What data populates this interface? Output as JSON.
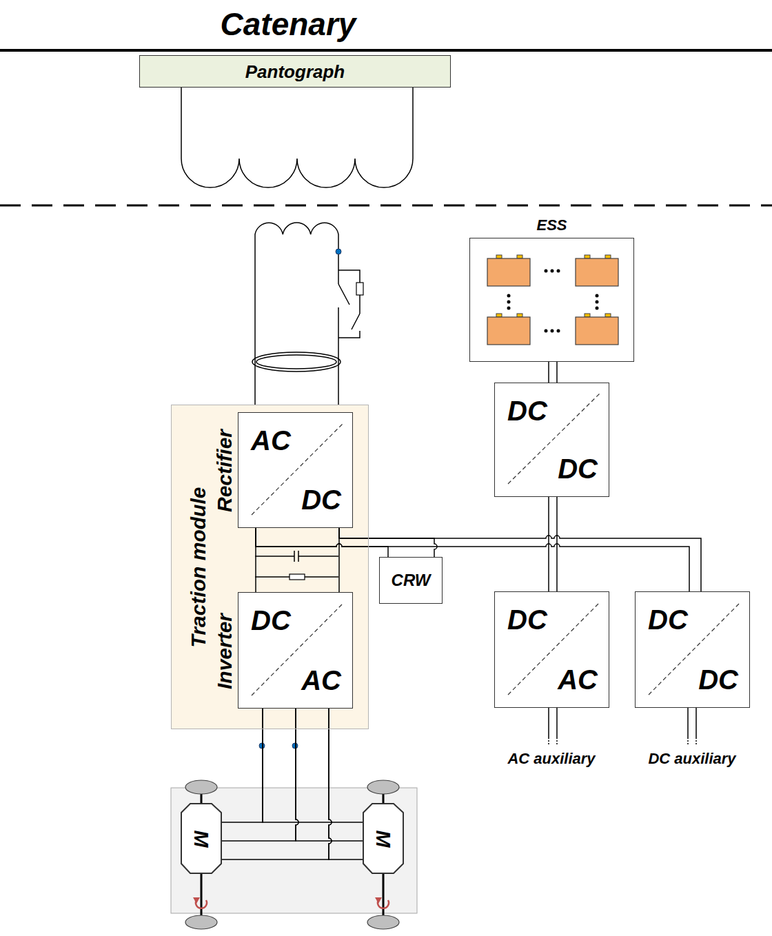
{
  "diagram": {
    "nodes": [
      {
        "text": [
          "Pantograph"
        ]
      },
      {
        "text": [
          "ESS"
        ]
      },
      {
        "text": [
          "DC",
          "DC"
        ]
      },
      {
        "text": [
          "Traction module"
        ]
      },
      {
        "text": [
          "Rectifier",
          "AC",
          "DC"
        ],
        "in": 3
      },
      {
        "text": [
          "CRW"
        ]
      },
      {
        "text": [
          "Inverter",
          "DC",
          "AC"
        ],
        "in": 3
      },
      {
        "text": [
          "DC",
          "AC"
        ]
      },
      {
        "text": [
          "DC",
          "DC"
        ]
      },
      {
        "text": [
          "M"
        ]
      },
      {
        "text": [
          "M"
        ]
      }
    ],
    "edges": [
      {
        "from": 4,
        "to": 6,
        "arrow": "none"
      },
      {
        "from": 4,
        "to": 5,
        "arrow": "none"
      },
      {
        "from": 4,
        "to": 8,
        "arrow": "none"
      },
      {
        "from": 1,
        "to": 2,
        "arrow": "none"
      },
      {
        "from": 2,
        "to": 7,
        "arrow": "none"
      },
      {
        "from": 6,
        "to": 9,
        "arrow": "none"
      },
      {
        "from": 6,
        "to": 10,
        "arrow": "none"
      }
    ],
    "labels": [
      "Catenary",
      "AC auxiliary",
      "DC auxiliary"
    ]
  }
}
